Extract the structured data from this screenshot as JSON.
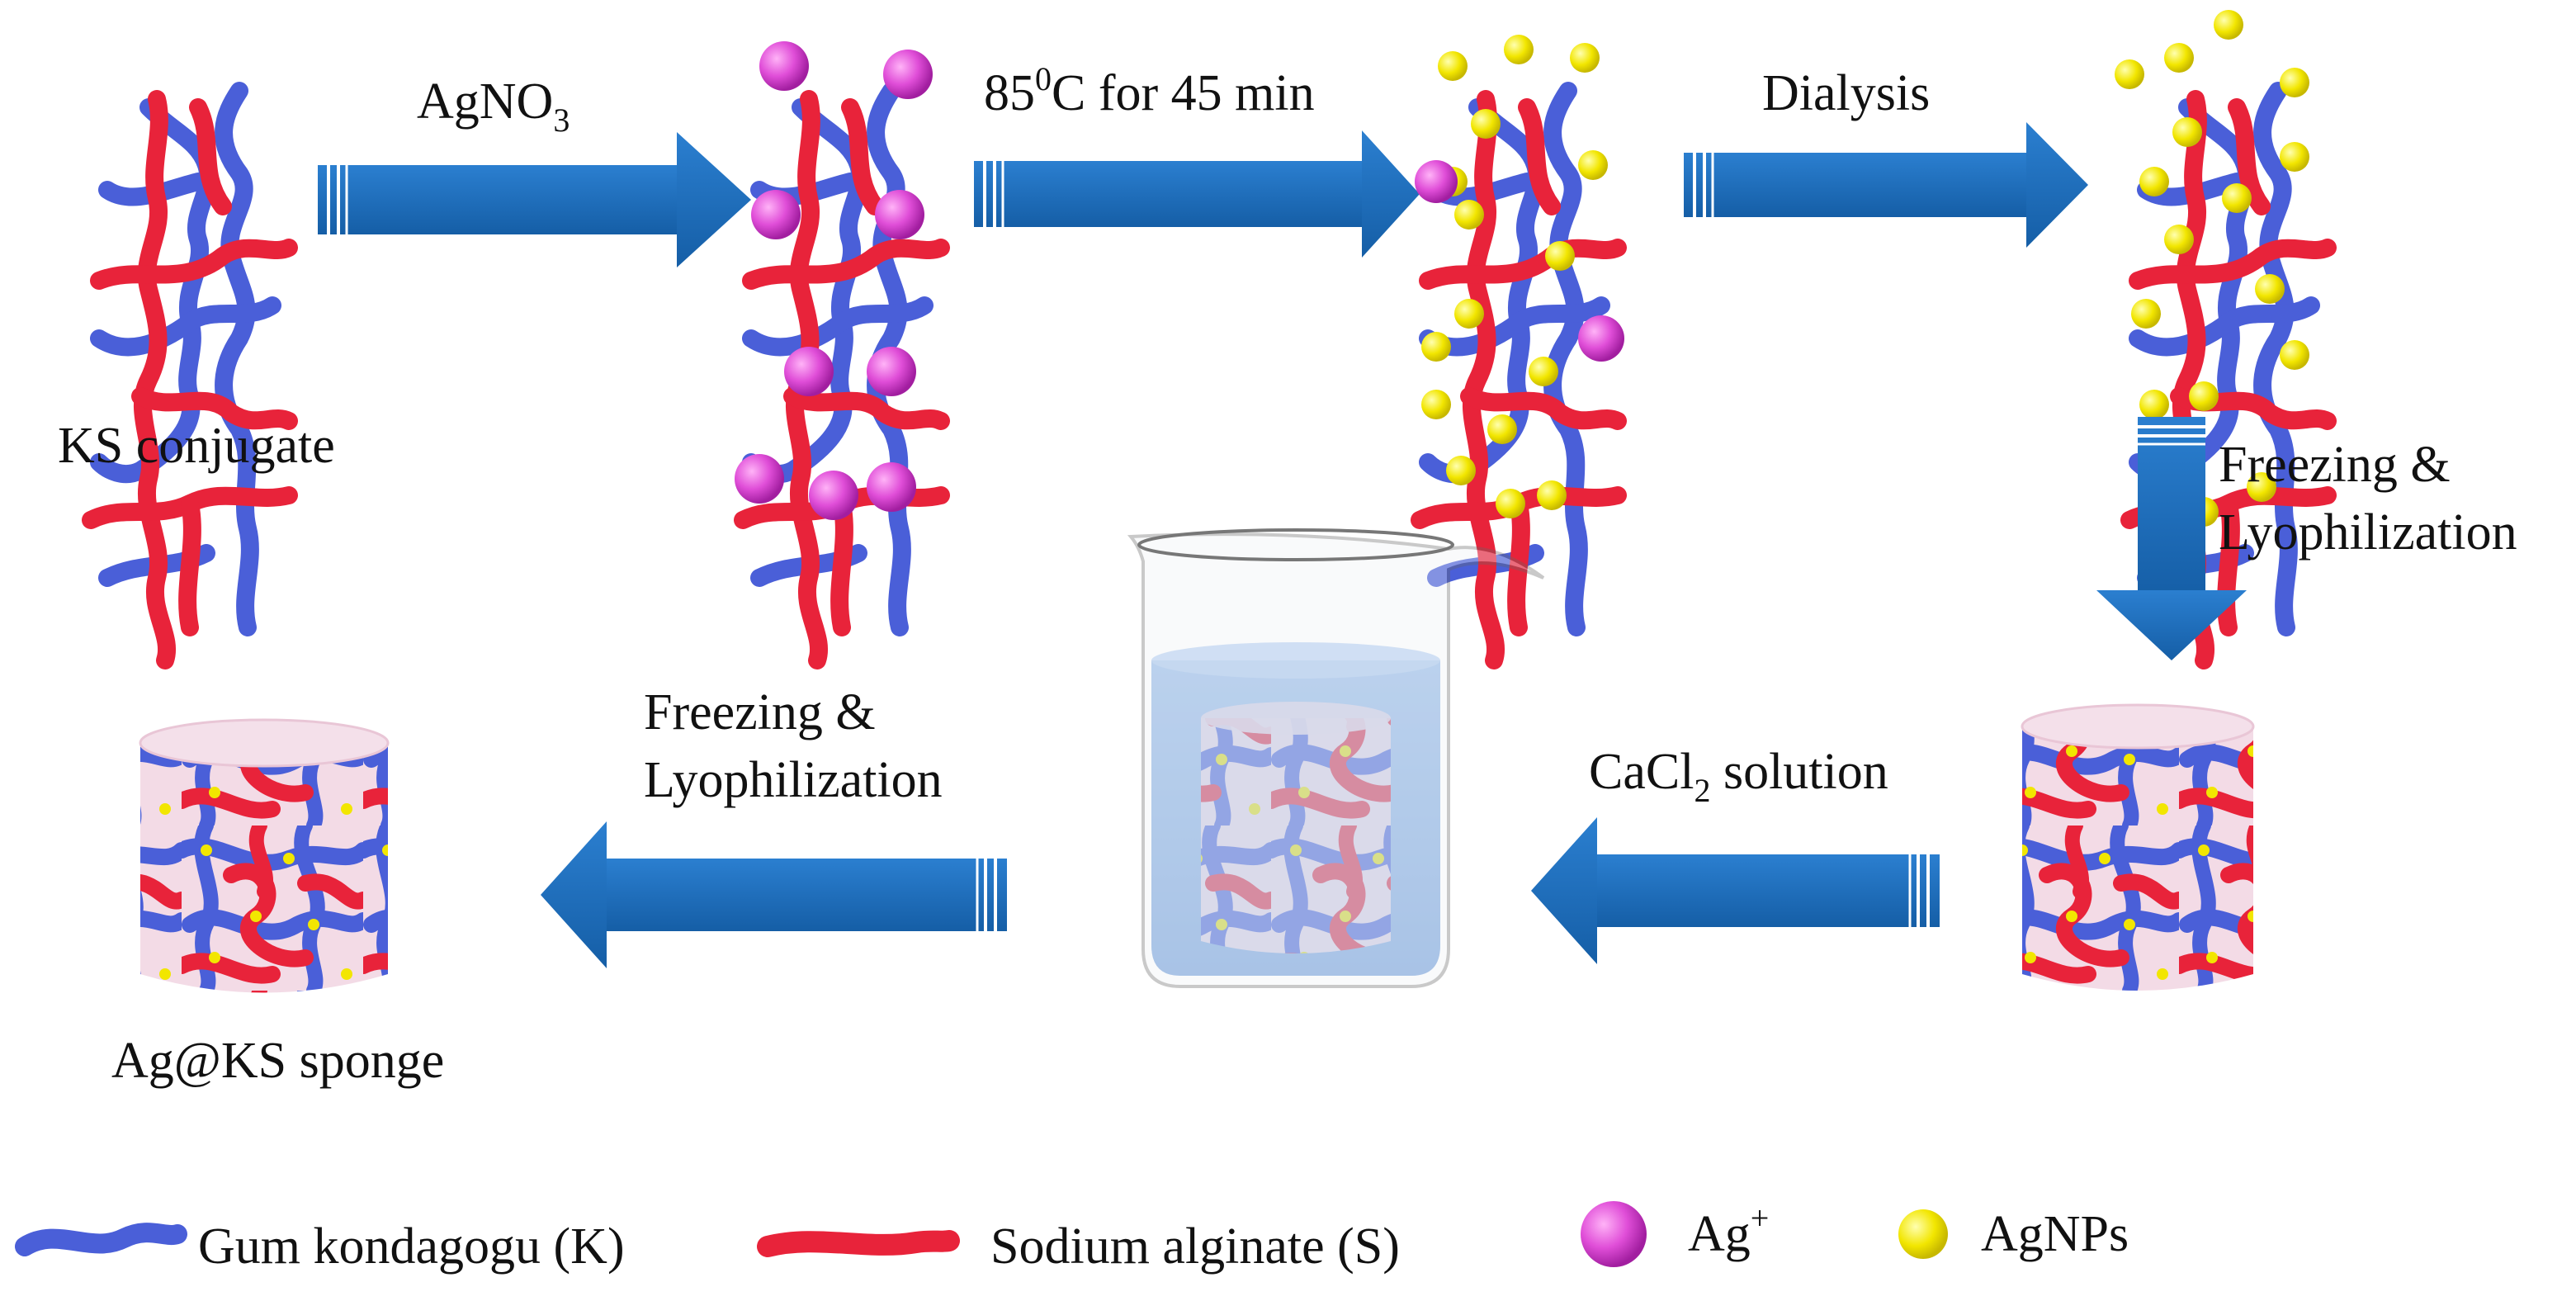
{
  "steps": {
    "start": "KS conjugate",
    "step1": {
      "text": "AgNO",
      "sub": "3"
    },
    "step2": {
      "pre": "85",
      "sup": "0",
      "post": "C for 45 min"
    },
    "step3": "Dialysis",
    "step4": {
      "line1": "Freezing &",
      "line2": "Lyophilization"
    },
    "step5": {
      "pre": "CaCl",
      "sub": "2",
      "post": " solution"
    },
    "step6": {
      "line1": "Freezing &",
      "line2": "Lyophilization"
    },
    "end": "Ag@KS sponge"
  },
  "legend": {
    "gum": "Gum kondagogu (K)",
    "alginate": "Sodium alginate (S)",
    "ag_ion": {
      "text": "Ag",
      "sup": "+"
    },
    "agnps": "AgNPs"
  },
  "colors": {
    "gum_blue": "#4a5fd8",
    "alginate_red": "#e8233a",
    "ag_ion_magenta": "#e04ed8",
    "agnp_yellow": "#f2e600",
    "arrow_blue": "#1e6ec0",
    "water": "#8fb4e3"
  }
}
